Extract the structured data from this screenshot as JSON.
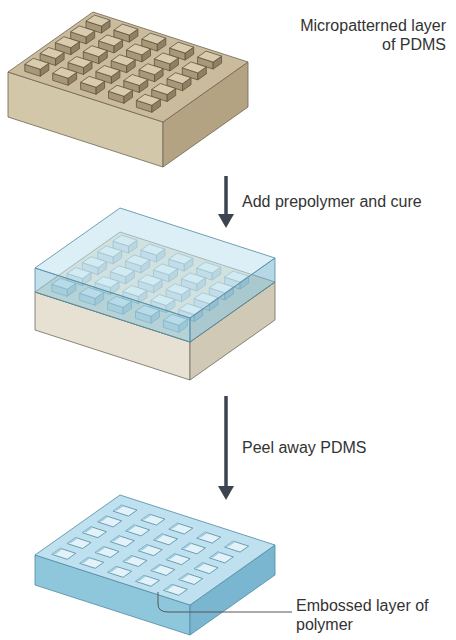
{
  "diagram": {
    "labels": [
      "Micropatterned layer of PDMS",
      "Add prepolymer and cure",
      "Peel away PDMS",
      "Embossed layer of polymer"
    ]
  }
}
